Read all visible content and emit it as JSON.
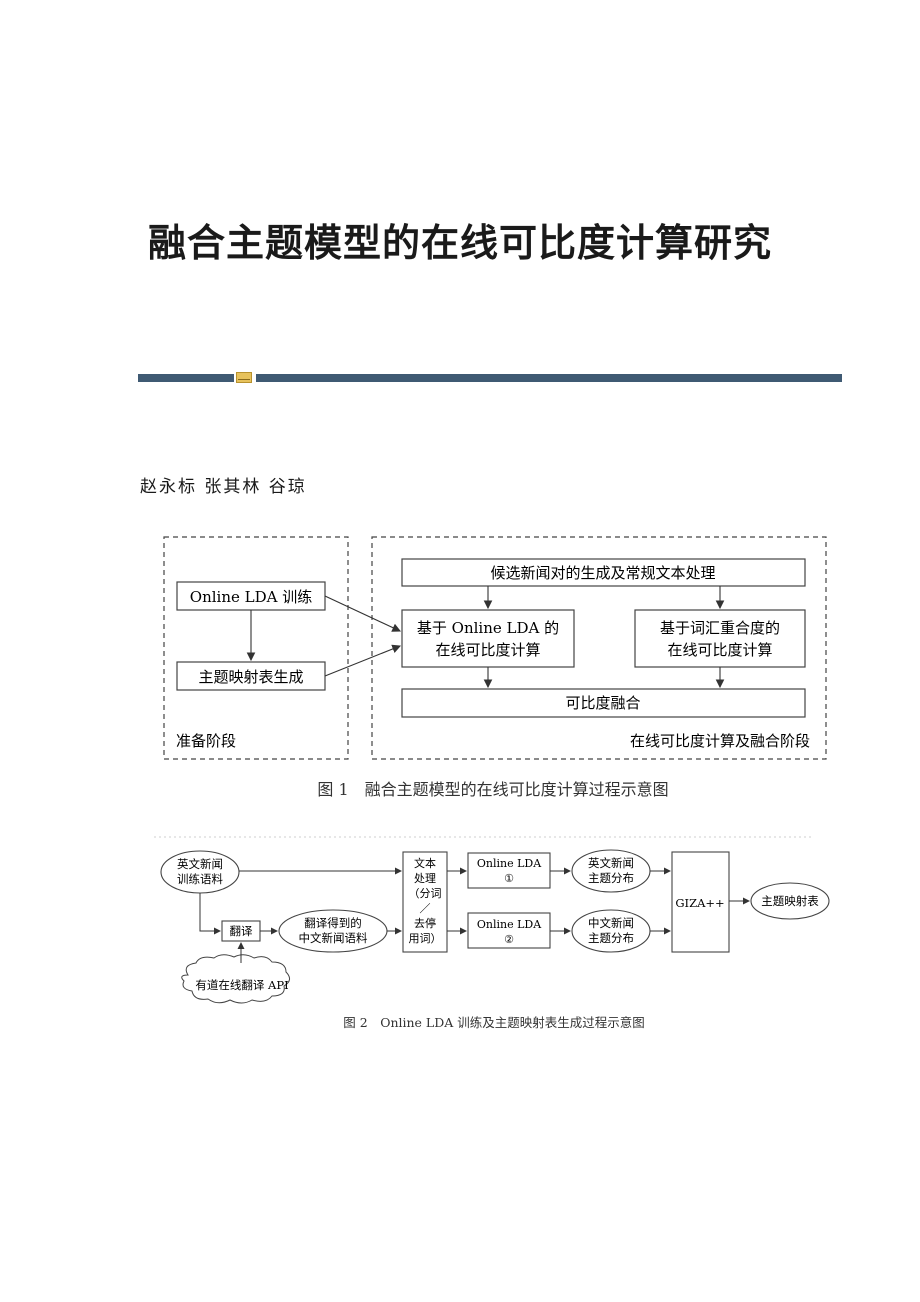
{
  "paper": {
    "title": "融合主题模型的在线可比度计算研究",
    "authors": "赵永标 张其林 谷琼"
  },
  "figure1": {
    "prep_box_1": "Online LDA 训练",
    "prep_box_2": "主题映射表生成",
    "prep_stage_label": "准备阶段",
    "top_box": "候选新闻对的生成及常规文本处理",
    "mid_left_line1": "基于 Online LDA 的",
    "mid_left_line2": "在线可比度计算",
    "mid_right_line1": "基于词汇重合度的",
    "mid_right_line2": "在线可比度计算",
    "fusion_box": "可比度融合",
    "online_stage_label": "在线可比度计算及融合阶段",
    "caption": "图 1　融合主题模型的在线可比度计算过程示意图"
  },
  "figure2": {
    "en_corpus_line1": "英文新闻",
    "en_corpus_line2": "训练语料",
    "translate": "翻译",
    "cn_corpus_line1": "翻译得到的",
    "cn_corpus_line2": "中文新闻语料",
    "api": "有道在线翻译 API",
    "text_proc_1": "文本",
    "text_proc_2": "处理",
    "text_proc_3": "（分词",
    "text_proc_4": "／",
    "text_proc_5": "去停",
    "text_proc_6": "用词）",
    "lda1_line1": "Online LDA",
    "lda1_line2": "①",
    "lda2_line1": "Online LDA",
    "lda2_line2": "②",
    "en_topic_line1": "英文新闻",
    "en_topic_line2": "主题分布",
    "cn_topic_line1": "中文新闻",
    "cn_topic_line2": "主题分布",
    "giza": "GIZA++",
    "topic_map": "主题映射表",
    "caption": "图 2　Online LDA 训练及主题映射表生成过程示意图"
  }
}
